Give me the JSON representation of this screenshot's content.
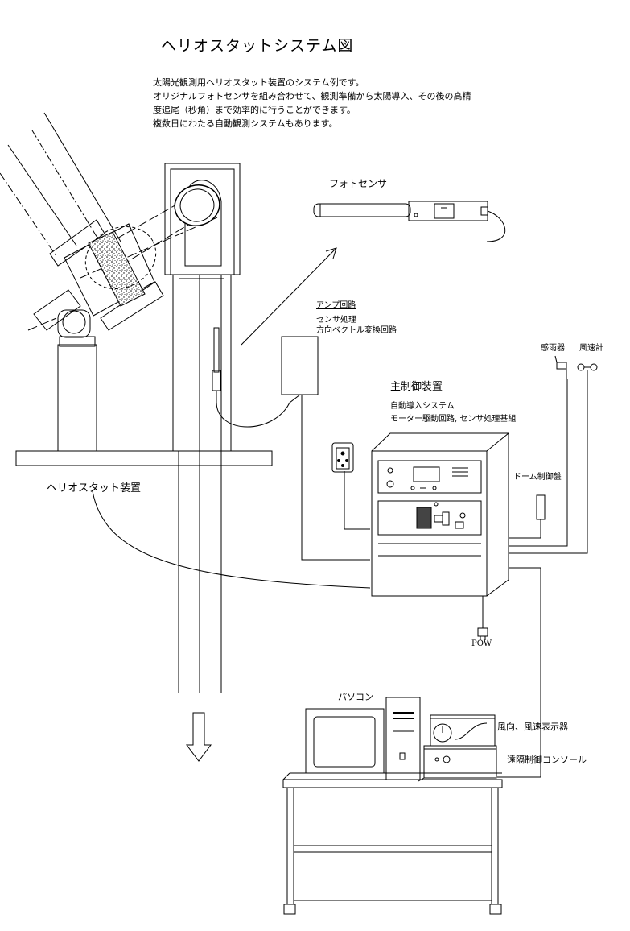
{
  "title": "ヘリオスタットシステム図",
  "description": [
    "太陽光観測用ヘリオスタット装置のシステム例です。",
    "オリジナルフォトセンサを組み合わせて、観測準備から太陽導入、その後の高精",
    "度追尾（秒角）まで効率的に行うことができます。",
    "複数日にわたる自動観測システムもあります。"
  ],
  "labels": {
    "photo_sensor": "フォトセンサ",
    "amp_circuit": "アンプ回路",
    "sensor_processing": "センサ処理",
    "direction_vector_circuit": "方向ベクトル変換回路",
    "main_controller": "主制御装置",
    "auto_intro_system": "自動導入システム",
    "motor_drive": "モーター駆動回路, センサ処理基組",
    "heliostat_device": "ヘリオスタット装置",
    "rain_sensor": "感雨器",
    "anemometer": "風速計",
    "dome_control": "ドーム制御盤",
    "pow": "POW",
    "pc": "パソコン",
    "wind_display": "風向、風速表示器",
    "remote_console": "遠隔制御コンソール"
  }
}
